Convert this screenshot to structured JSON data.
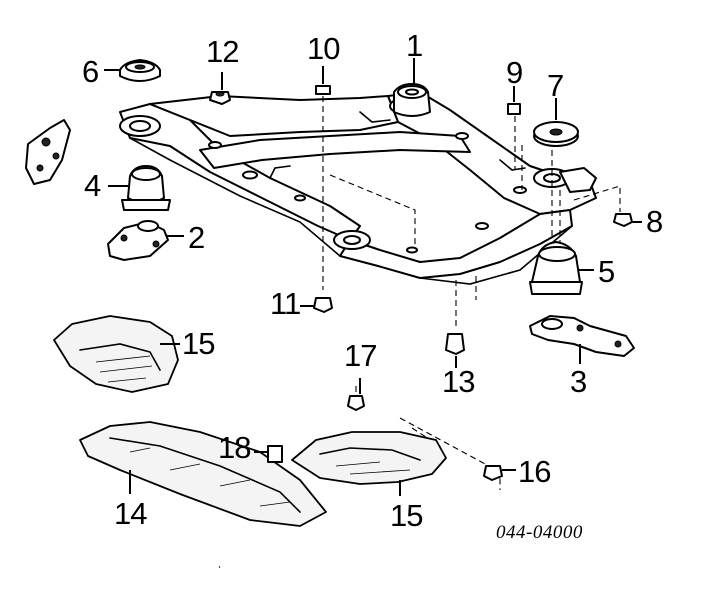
{
  "diagram_code": "044-04000",
  "callouts": {
    "p1": "1",
    "p2": "2",
    "p3": "3",
    "p4": "4",
    "p5": "5",
    "p6": "6",
    "p7": "7",
    "p8": "8",
    "p9": "9",
    "p10": "10",
    "p11": "11",
    "p12": "12",
    "p13": "13",
    "p14": "14",
    "p15a": "15",
    "p15b": "15",
    "p16": "16",
    "p17": "17",
    "p18": "18"
  }
}
